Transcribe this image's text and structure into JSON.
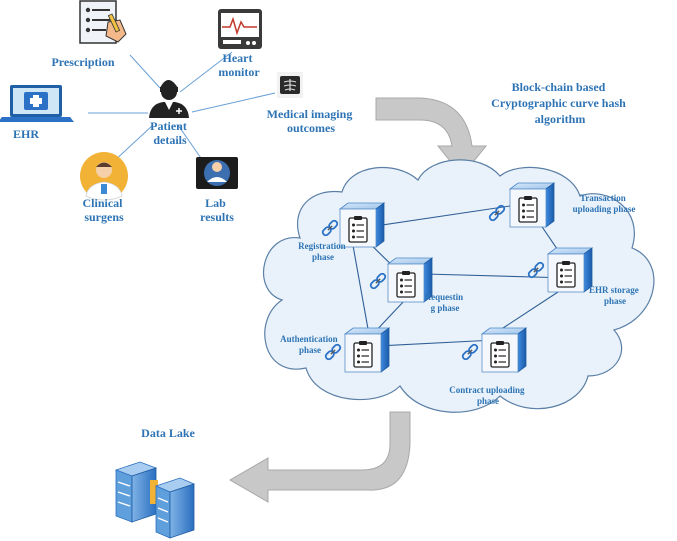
{
  "sources": {
    "prescription": "Prescription",
    "heart_monitor": [
      "Heart",
      "monitor"
    ],
    "ehr": "EHR",
    "medical_imaging": [
      "Medical imaging",
      "outcomes"
    ],
    "clinical_surgens": [
      "Clinical",
      "surgens"
    ],
    "lab_results": [
      "Lab",
      "results"
    ],
    "patient_details": [
      "Patient",
      "details"
    ]
  },
  "algorithm_label": [
    "Block-chain based",
    "Cryptographic curve hash",
    "algorithm"
  ],
  "phases": {
    "registration": [
      "Registration",
      "phase"
    ],
    "transaction": [
      "Transaction",
      "uploading phase"
    ],
    "requesting": [
      "Requestin",
      "g phase"
    ],
    "ehr_storage": [
      "EHR storage",
      "phase"
    ],
    "authentication": [
      "Authentication",
      "phase"
    ],
    "contract": [
      "Contract uploading",
      "phase"
    ]
  },
  "data_lake": "Data Lake",
  "colors": {
    "label": "#2e74b5",
    "cloud_fill": "#e9f2fa",
    "cloud_stroke": "#5b7fa6",
    "arrow": "#c8c8c8",
    "node_blue": "#2b72c6",
    "node_face": "#eef5fc"
  }
}
